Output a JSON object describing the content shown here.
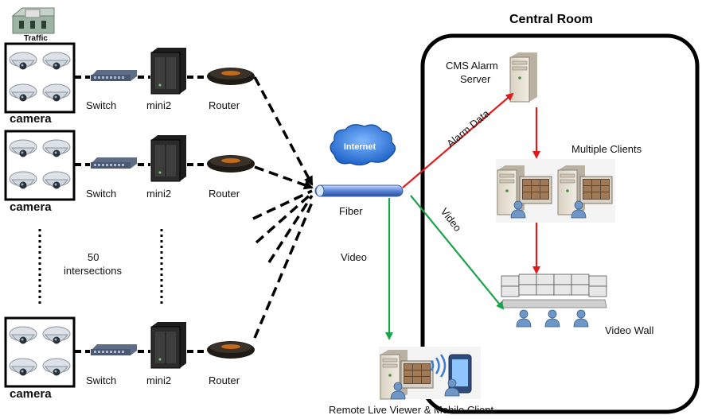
{
  "title": "Central Room",
  "traffic_label": "Traffic",
  "rows": [
    {
      "camera": "camera",
      "switch": "Switch",
      "nvr": "mini2",
      "router": "Router"
    },
    {
      "camera": "camera",
      "switch": "Switch",
      "nvr": "mini2",
      "router": "Router"
    },
    {
      "camera": "camera",
      "switch": "Switch",
      "nvr": "mini2",
      "router": "Router"
    }
  ],
  "intersections": {
    "count": "50",
    "label": "intersections"
  },
  "internet_label": "Internet",
  "fiber_label": "Fiber",
  "video_label_left": "Video",
  "cms": {
    "line1": "CMS Alarm",
    "line2": "Server"
  },
  "alarm_data_label": "Alarm Data",
  "video_label_diag": "Video",
  "multiple_clients_label": "Multiple Clients",
  "video_wall_label": "Video Wall",
  "remote_label": "Remote  Live Viewer & Mobile Client",
  "colors": {
    "alarm_arrow": "#e01b1b",
    "video_arrow": "#19a34a",
    "fiber": "#5a86d8"
  }
}
